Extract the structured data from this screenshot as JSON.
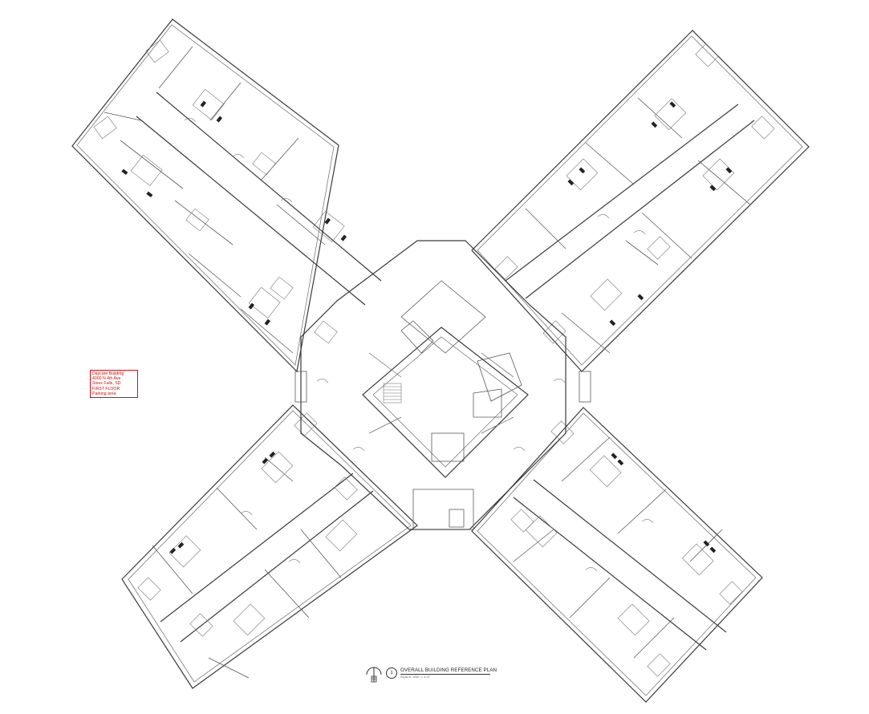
{
  "note": {
    "lines": [
      "Daycare Building",
      "4000 N 4th Ave",
      "Sioux Falls, SD",
      "FIRST FLOOR",
      "Parking area"
    ],
    "color": "#d01010"
  },
  "title_block": {
    "number": "1",
    "title": "OVERALL BUILDING REFERENCE PLAN",
    "scale": "SCALE: 3/32\" = 1'-0\"",
    "icon": "north-arrow-icon"
  }
}
